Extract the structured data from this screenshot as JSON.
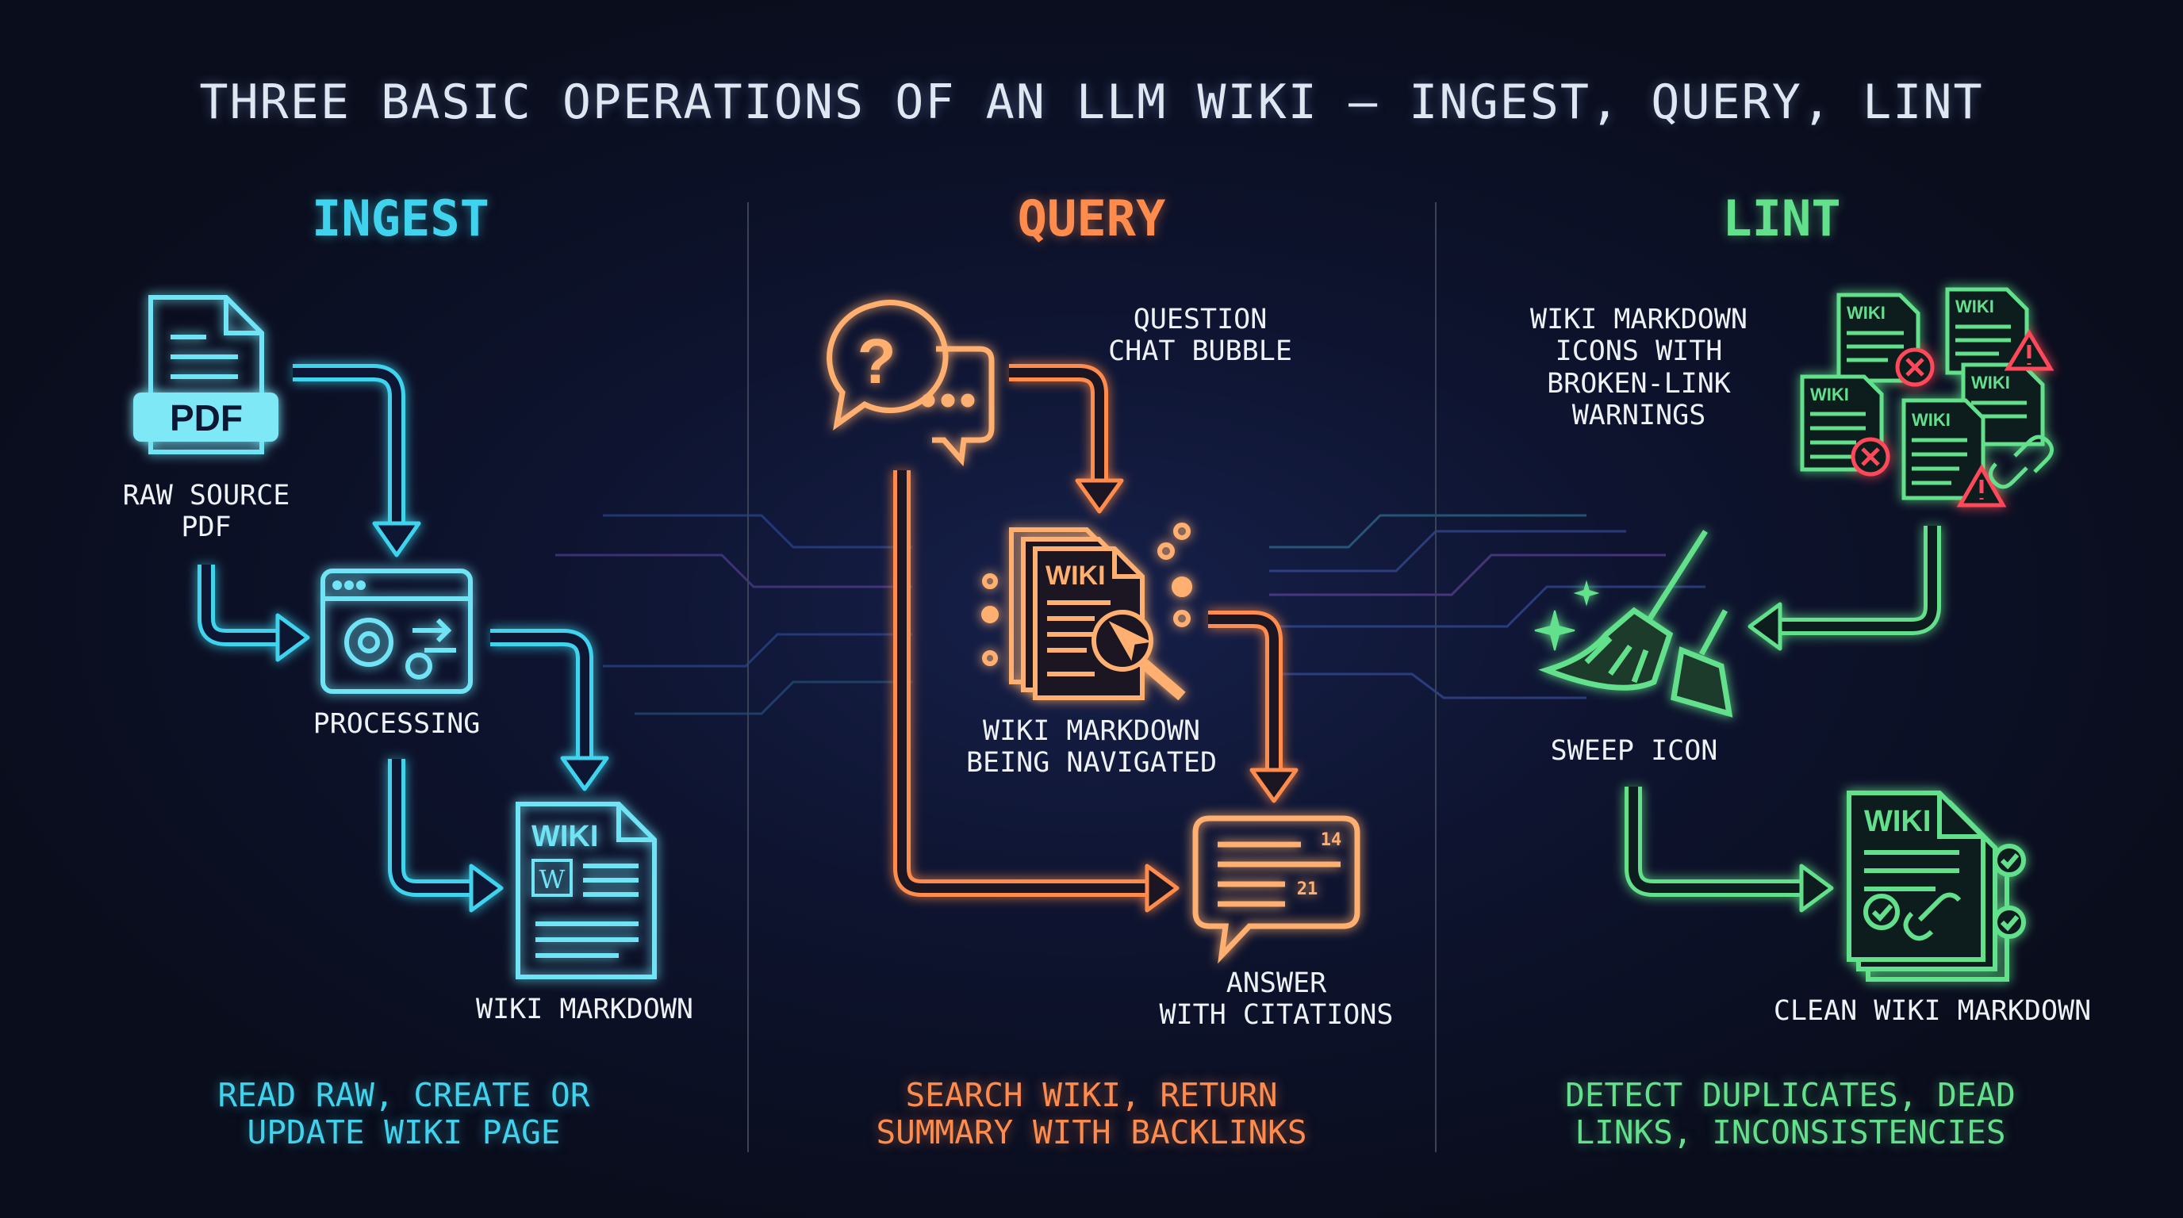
{
  "title": "THREE BASIC OPERATIONS OF AN LLM WIKI — INGEST, QUERY, LINT",
  "colors": {
    "ingest": "#3fd3ee",
    "query": "#ff8c4d",
    "lint": "#62e08c",
    "background": "#0a0d1c"
  },
  "ingest": {
    "header": "INGEST",
    "pdf_badge": "PDF",
    "raw_source_label": "RAW SOURCE\nPDF",
    "processing_label": "PROCESSING",
    "wiki_badge": "WIKI",
    "wiki_label": "WIKI MARKDOWN",
    "caption": "READ RAW, CREATE OR\nUPDATE WIKI PAGE"
  },
  "query": {
    "header": "QUERY",
    "question_label": "QUESTION\nCHAT BUBBLE",
    "wiki_badge": "WIKI",
    "navigated_label": "WIKI MARKDOWN\nBEING NAVIGATED",
    "citation_1": "14",
    "citation_2": "21",
    "answer_label": "ANSWER\nWITH CITATIONS",
    "caption": "SEARCH WIKI, RETURN\nSUMMARY WITH BACKLINKS"
  },
  "lint": {
    "header": "LINT",
    "warnings_label": "WIKI MARKDOWN\nICONS WITH\nBROKEN-LINK\nWARNINGS",
    "wiki_badge": "WIKI",
    "sweep_label": "SWEEP ICON",
    "clean_label": "CLEAN WIKI MARKDOWN",
    "caption": "DETECT DUPLICATES, DEAD\nLINKS, INCONSISTENCIES"
  }
}
